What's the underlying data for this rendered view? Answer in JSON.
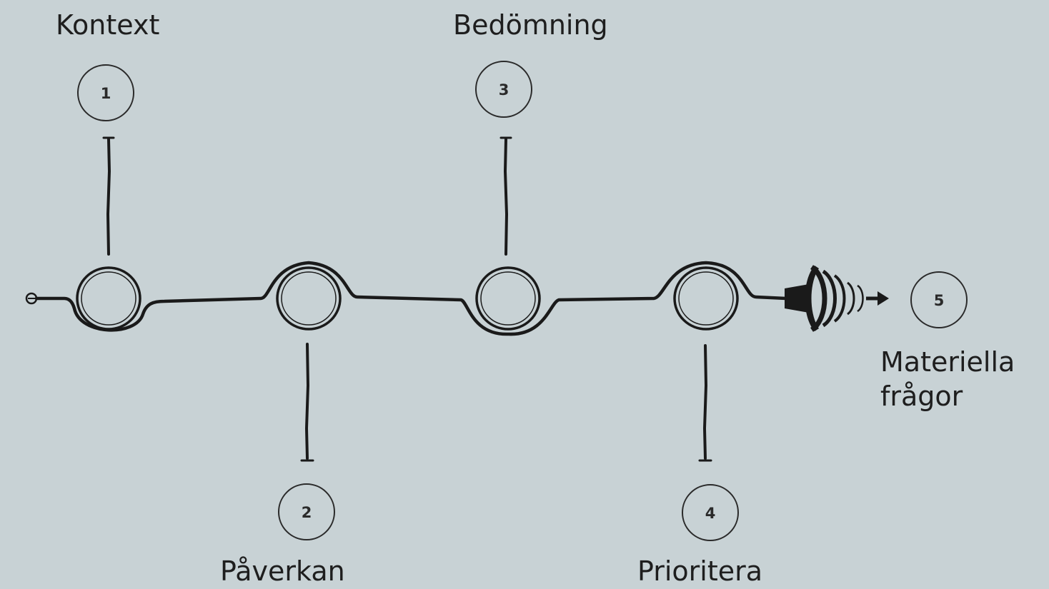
{
  "colors": {
    "background": "#c8d2d5",
    "stroke": "#1a1a1a",
    "text": "#1e1e1e"
  },
  "steps": [
    {
      "number": "1",
      "label": "Kontext"
    },
    {
      "number": "2",
      "label": "Påverkan"
    },
    {
      "number": "3",
      "label": "Bedömning"
    },
    {
      "number": "4",
      "label": "Prioritera"
    },
    {
      "number": "5",
      "label_line1": "Materiella",
      "label_line2": "frågor"
    }
  ]
}
